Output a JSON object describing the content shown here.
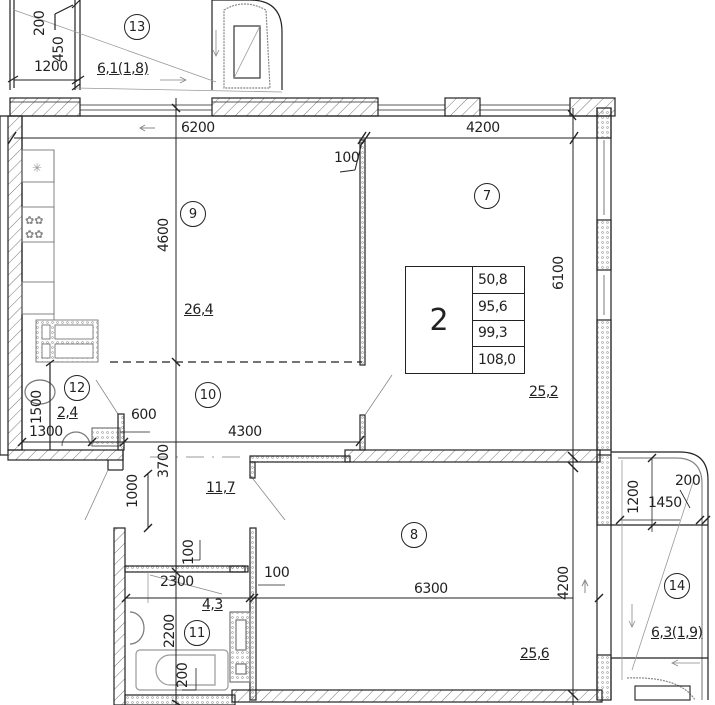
{
  "plan": {
    "title": "2-room apartment floor plan",
    "summary": {
      "room_count": "2",
      "areas": [
        "50,8",
        "95,6",
        "99,3",
        "108,0"
      ]
    },
    "rooms": [
      {
        "number": "7",
        "area": "25,2"
      },
      {
        "number": "8",
        "area": "25,6"
      },
      {
        "number": "9",
        "area": "26,4"
      },
      {
        "number": "10",
        "area": "11,7"
      },
      {
        "number": "11",
        "area": "4,3"
      },
      {
        "number": "12",
        "area": "2,4"
      },
      {
        "number": "13",
        "area": "6,1(1,8)"
      },
      {
        "number": "14",
        "area": "6,3(1,9)"
      }
    ],
    "dimensions": {
      "d6200": "6200",
      "d4200_top": "4200",
      "d100_a": "100",
      "d4600": "4600",
      "d6100": "6100",
      "d1500": "1500",
      "d1300": "1300",
      "d600": "600",
      "d4300": "4300",
      "d3700": "3700",
      "d1000": "1000",
      "d100_b": "100",
      "d2300": "2300",
      "d100_c": "100",
      "d2200": "2200",
      "d200_a": "200",
      "d6300": "6300",
      "d4200_right": "4200",
      "d1200_b": "1200",
      "d1450": "1450",
      "d200_b": "200",
      "d200_top": "200",
      "d450": "450",
      "d1200_top": "1200"
    },
    "colors": {
      "line": "#222222",
      "hatch": "#555555",
      "light": "#999999"
    }
  }
}
